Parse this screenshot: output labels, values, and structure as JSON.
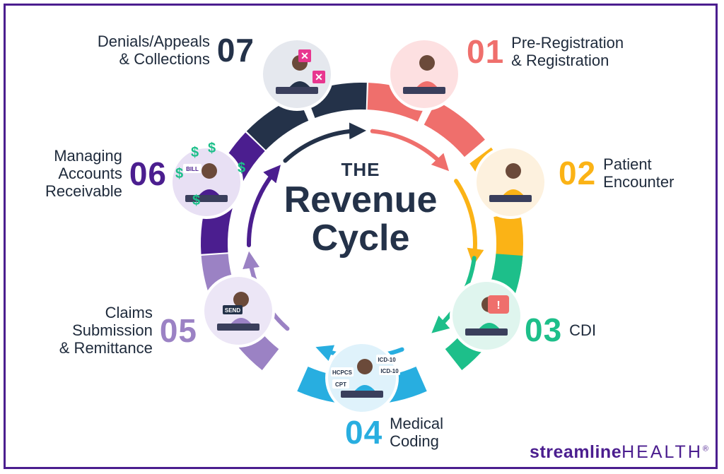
{
  "center": {
    "line1": "THE",
    "line2": "Revenue",
    "line3": "Cycle"
  },
  "stages": [
    {
      "number": "01",
      "text": "Pre-Registration\n& Registration",
      "color": "#ef6f6c",
      "icon": "registration-desk-illustration"
    },
    {
      "number": "02",
      "text": "Patient\nEncounter",
      "color": "#fbb316",
      "icon": "patient-doctor-illustration"
    },
    {
      "number": "03",
      "text": "CDI",
      "color": "#1dbf8a",
      "icon": "clinician-clipboard-illustration"
    },
    {
      "number": "04",
      "text": "Medical\nCoding",
      "color": "#28aee0",
      "icon": "medical-coder-illustration"
    },
    {
      "number": "05",
      "text": "Claims\nSubmission\n& Remittance",
      "color": "#9b82c4",
      "icon": "claims-send-illustration"
    },
    {
      "number": "06",
      "text": "Managing\nAccounts\nReceivable",
      "color": "#4b1e8f",
      "icon": "accounts-bill-illustration"
    },
    {
      "number": "07",
      "text": "Denials/Appeals\n& Collections",
      "color": "#243249",
      "icon": "denials-review-illustration"
    }
  ],
  "illustration_text": {
    "bill": "BILL",
    "send": "SEND",
    "hcpcs": "HCPCS",
    "icd10a": "ICD-10",
    "icd10b": "ICD-10",
    "cpt": "CPT"
  },
  "logo": {
    "word1": "streamline",
    "word2": "HEALTH",
    "mark": "®"
  }
}
